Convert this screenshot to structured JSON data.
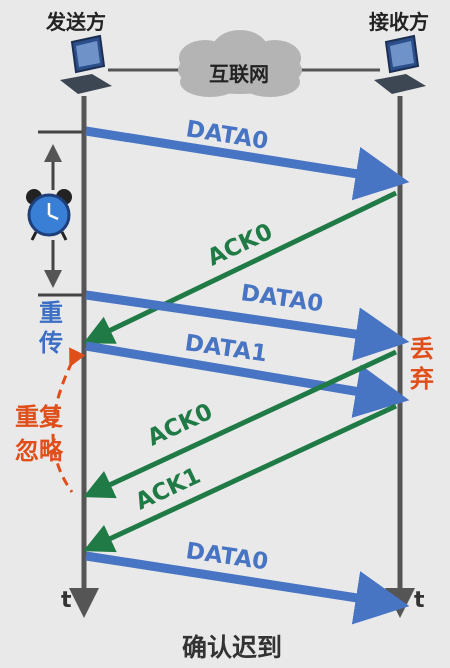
{
  "labels": {
    "sender": "发送方",
    "receiver": "接收方",
    "internet": "互联网",
    "time_axis_left": "t",
    "time_axis_right": "t",
    "retransmit": "重传",
    "discard": "丢弃",
    "duplicate_ignore": "重复忽略",
    "caption": "确认迟到"
  },
  "messages": [
    {
      "label": "DATA0",
      "direction": "sender-to-receiver",
      "color": "#4874c4"
    },
    {
      "label": "ACK0",
      "direction": "receiver-to-sender",
      "color": "#1f7a45"
    },
    {
      "label": "DATA0",
      "direction": "sender-to-receiver",
      "color": "#4874c4"
    },
    {
      "label": "DATA1",
      "direction": "sender-to-receiver",
      "color": "#4874c4"
    },
    {
      "label": "ACK0",
      "direction": "receiver-to-sender",
      "color": "#1f7a45"
    },
    {
      "label": "ACK1",
      "direction": "receiver-to-sender",
      "color": "#1f7a45"
    },
    {
      "label": "DATA0",
      "direction": "sender-to-receiver",
      "color": "#4874c4"
    }
  ],
  "icons": {
    "sender_computer": "laptop-icon",
    "receiver_computer": "laptop-icon",
    "internet": "cloud-icon",
    "timer": "alarm-clock-icon"
  },
  "colors": {
    "data": "#4874c4",
    "ack": "#1f7a45",
    "annotation_red": "#e04e1a",
    "retransmit_blue": "#3c6fc4",
    "timeline": "#555555"
  }
}
